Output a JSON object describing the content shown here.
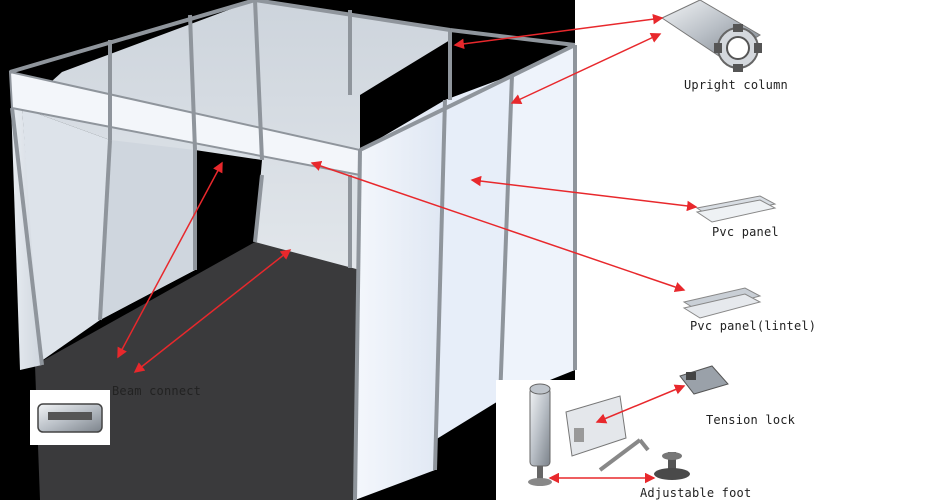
{
  "diagram": {
    "labels": {
      "upright_column": "Upright  column",
      "pvc_panel": "Pvc panel",
      "pvc_panel_lintel": "Pvc panel(lintel)",
      "beam_connect": "Beam connect",
      "tension_lock": "Tension lock",
      "adjustable_foot": "Adjustable foot"
    },
    "colors": {
      "background_dark": "#000000",
      "arrow": "#e8282c",
      "panel": "#eef3fb",
      "frame": "#8f959c",
      "floor": "#3a3a3c"
    }
  }
}
